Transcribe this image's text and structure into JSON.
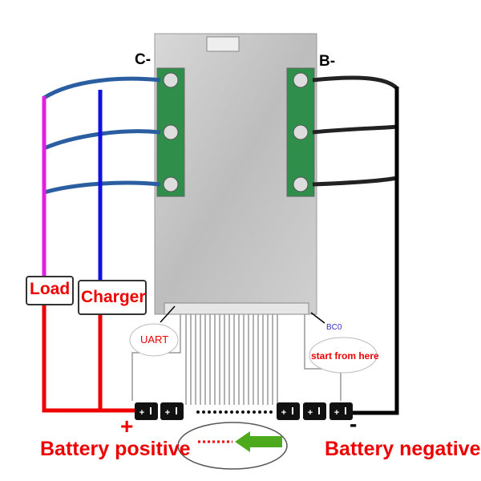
{
  "labels": {
    "c_minus": "C-",
    "b_minus": "B-",
    "load": "Load",
    "charger": "Charger",
    "uart": "UART",
    "bc0": "BC0",
    "start_from_here": "start from here",
    "plus": "+",
    "minus": "-",
    "battery_positive": "Battery positive",
    "battery_negative": "Battery negative"
  },
  "colors": {
    "load_wire": "#e020e0",
    "charger_wire": "#1010e0",
    "positive": "#ee0000",
    "negative": "#000000",
    "cable": "#2a5ea0",
    "board": "#c8c8c8",
    "arrow": "#4caa1c"
  }
}
